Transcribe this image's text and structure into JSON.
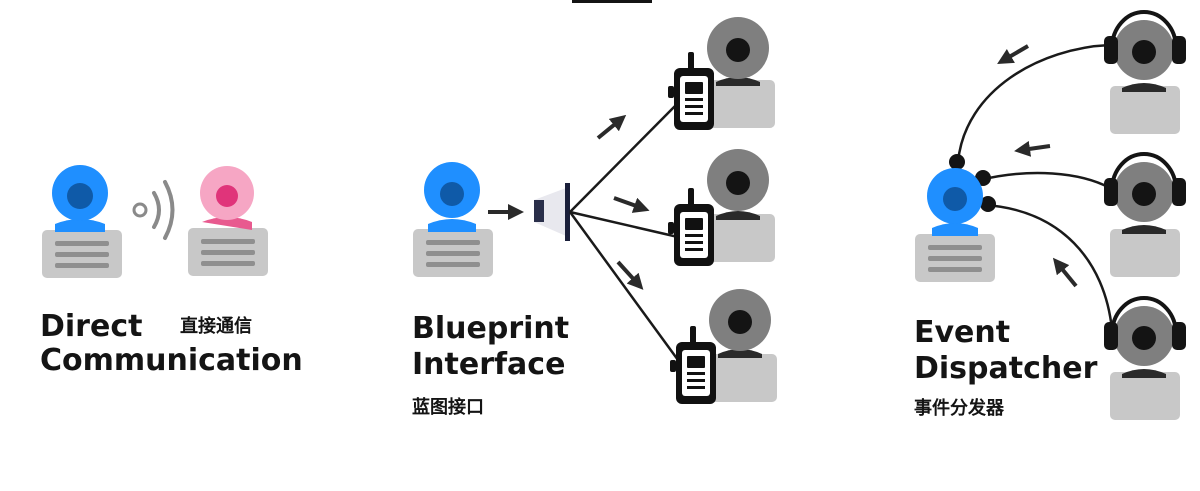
{
  "sections": {
    "direct": {
      "title_line1": "Direct",
      "title_line2": "Communication",
      "subtitle": "直接通信"
    },
    "blueprint": {
      "title_line1": "Blueprint",
      "title_line2": "Interface",
      "subtitle": "蓝图接口"
    },
    "dispatcher": {
      "title_line1": "Event",
      "title_line2": "Dispatcher",
      "subtitle": "事件分发器"
    }
  },
  "colors": {
    "sender_blue": "#1f8fff",
    "receiver_pink": "#f6a6c4",
    "receiver_gray": "#7f7f7f",
    "card_gray": "#c8c8c8",
    "dark": "#141414"
  },
  "icons": [
    "person-icon",
    "sound-waves-icon",
    "megaphone-icon",
    "walkie-talkie-icon",
    "headphones-icon",
    "arrow-icon"
  ]
}
